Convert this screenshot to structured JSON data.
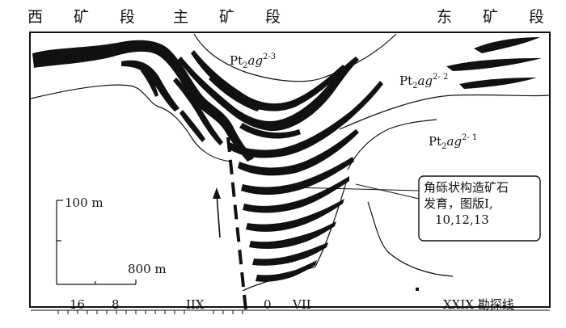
{
  "header": {
    "west": [
      "西",
      "矿",
      "段"
    ],
    "main": [
      "主",
      "矿",
      "段"
    ],
    "east": [
      "东",
      "矿",
      "段"
    ]
  },
  "units": {
    "u23": {
      "base": "Pt",
      "sub": "2",
      "italic": "ag",
      "sup": "2-3"
    },
    "u22": {
      "base": "Pt",
      "sub": "2",
      "italic": "ag",
      "sup": "2- 2"
    },
    "u21": {
      "base": "Pt",
      "sub": "2",
      "italic": "ag",
      "sup": "2- 1"
    }
  },
  "callout": {
    "line1": "角砾状构造矿石",
    "line2": "发育，图版I,",
    "line3": "10,12,13"
  },
  "scale": {
    "vertical": "100 m",
    "horizontal": "800 m"
  },
  "bottom": {
    "l16": "16",
    "l8": "8",
    "iix": "IIX",
    "zero": "0",
    "vii": "VII",
    "xxix": "XXIX 勘探线"
  }
}
